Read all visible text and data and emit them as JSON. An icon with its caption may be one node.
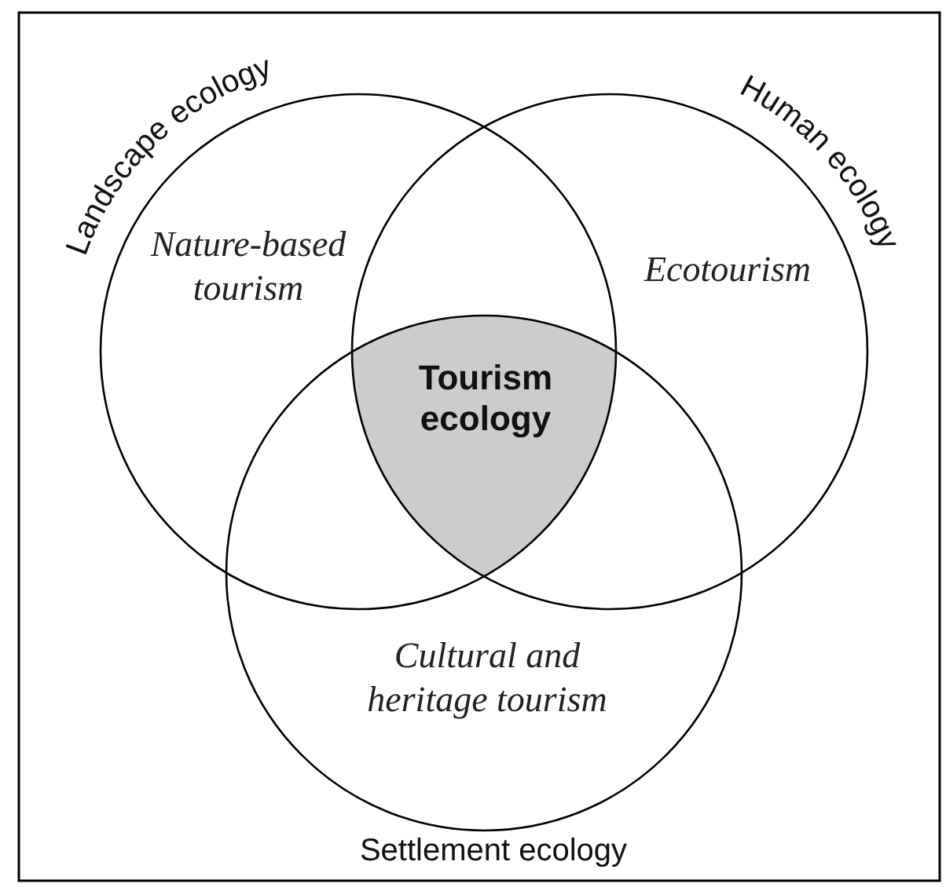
{
  "diagram": {
    "nodes": [
      {
        "text": [
          "Landscape ecology"
        ]
      },
      {
        "text": [
          "Human ecology"
        ]
      },
      {
        "text": [
          "Settlement ecology"
        ]
      },
      {
        "text": [
          "Tourism ecology"
        ]
      }
    ],
    "labels": [
      "Nature-based tourism",
      "Ecotourism",
      "Cultural and heritage tourism"
    ]
  }
}
